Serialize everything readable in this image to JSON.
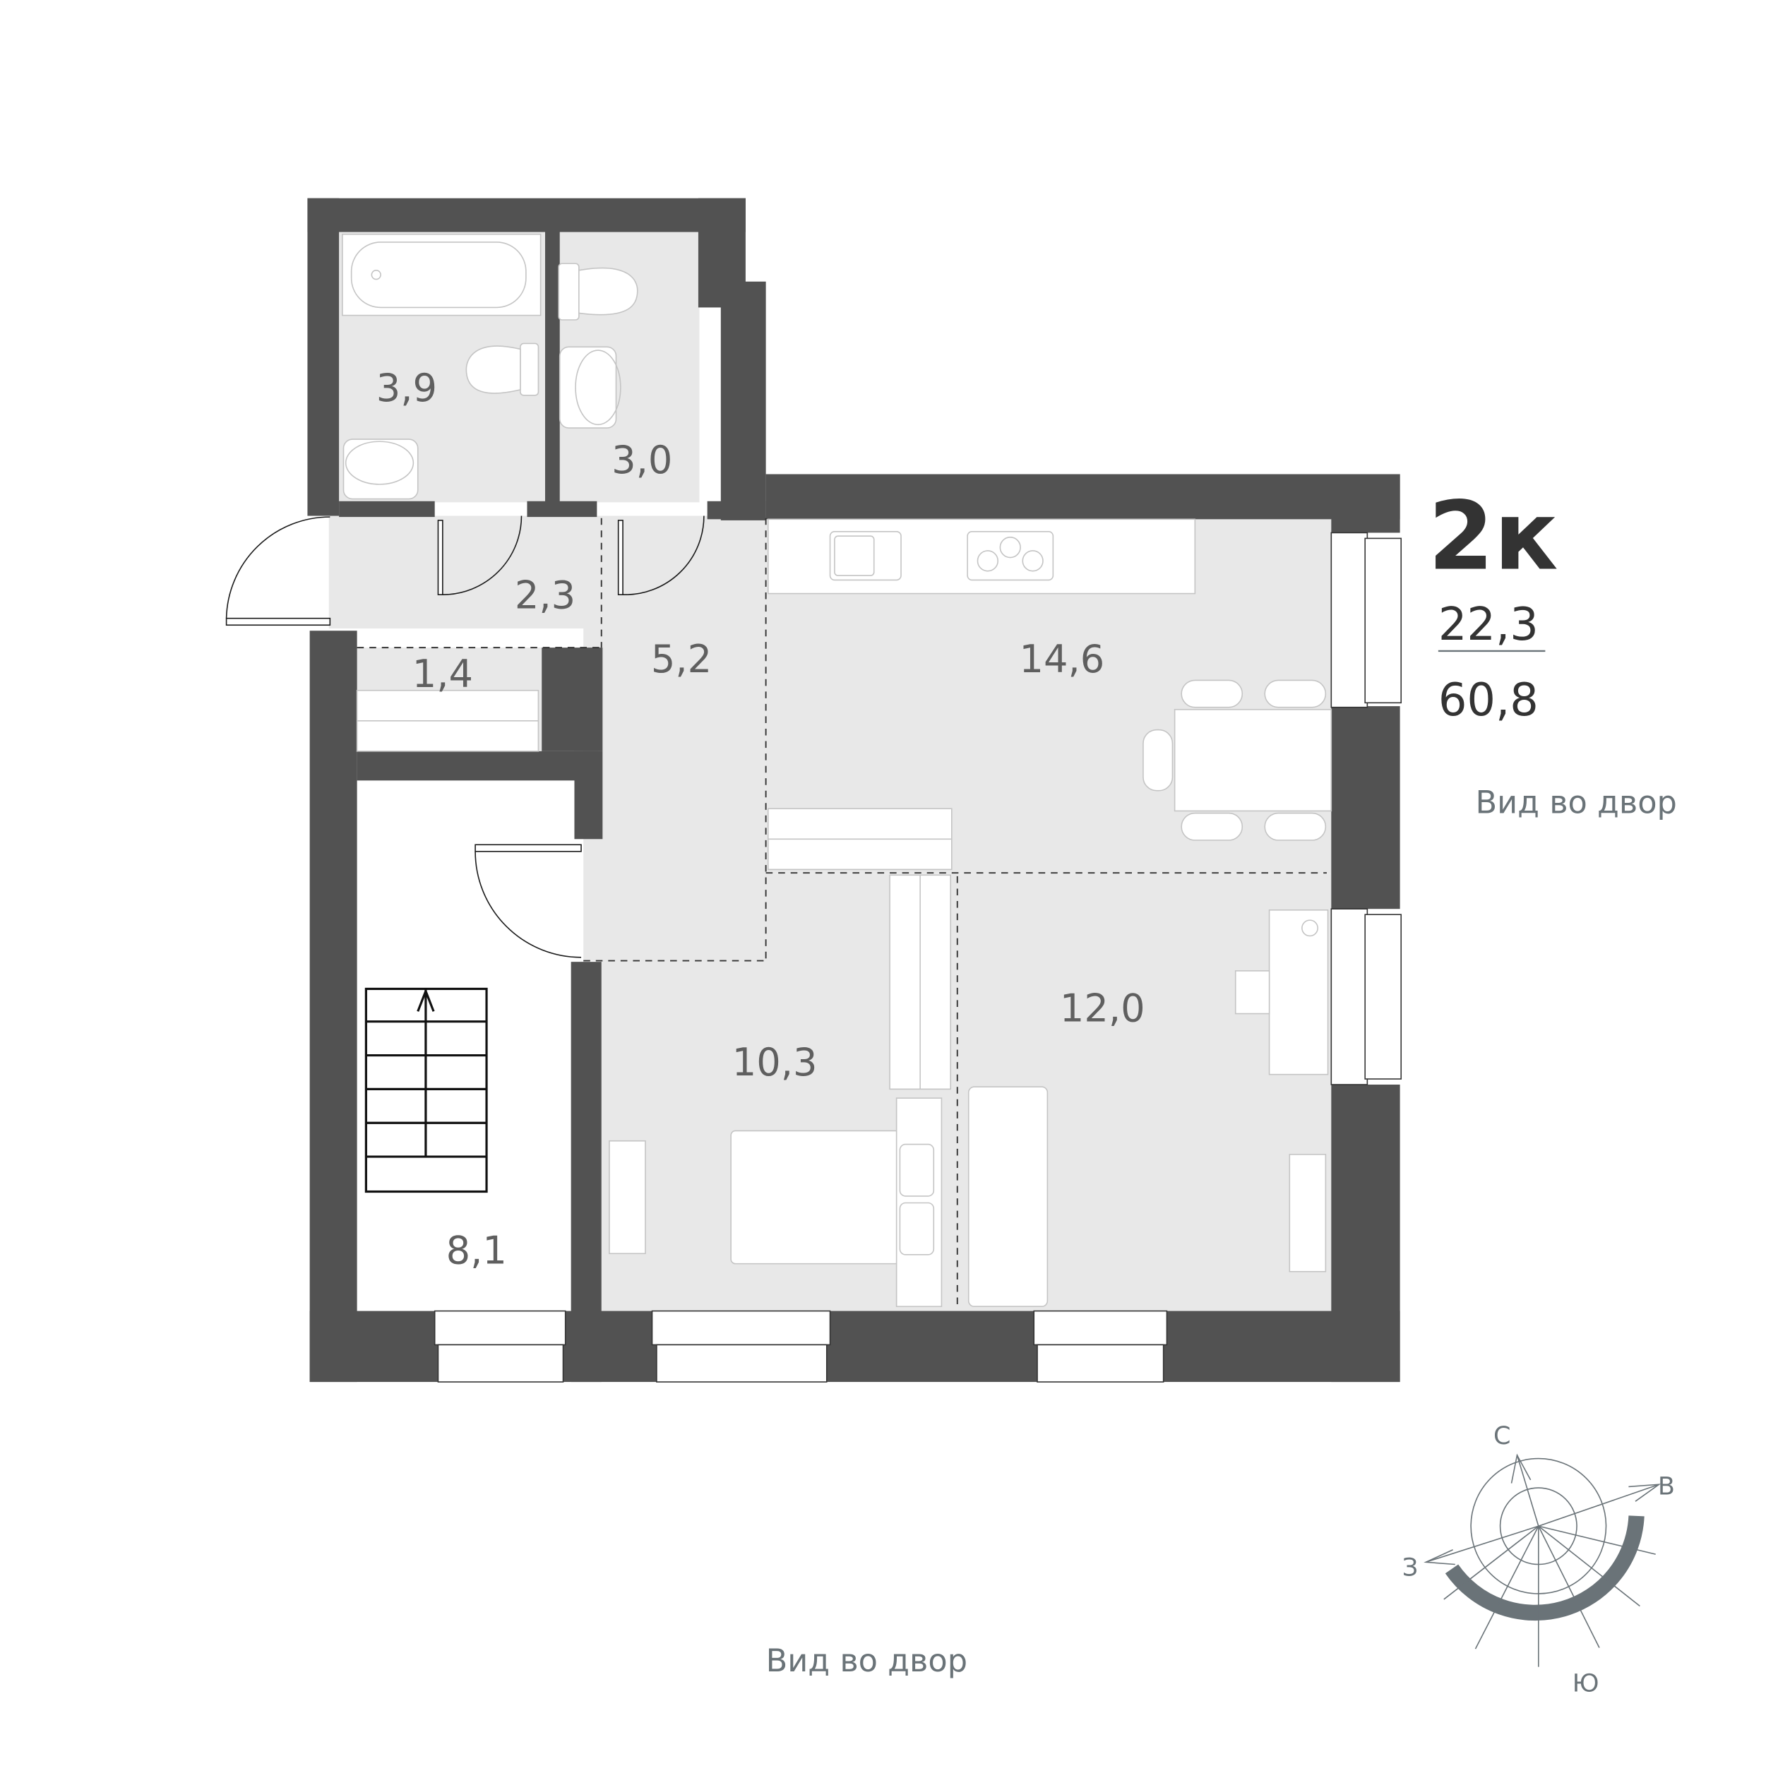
{
  "plan": {
    "room_count_label": "2к",
    "living_area": "22,3",
    "total_area": "60,8",
    "view_right": "Вид во двор",
    "view_bottom": "Вид во двор"
  },
  "rooms": [
    {
      "id": "bathroom",
      "area": "3,9"
    },
    {
      "id": "toilet",
      "area": "3,0"
    },
    {
      "id": "hall",
      "area": "2,3"
    },
    {
      "id": "wardrobe",
      "area": "1,4"
    },
    {
      "id": "corridor",
      "area": "5,2"
    },
    {
      "id": "kitchen-living",
      "area": "14,6"
    },
    {
      "id": "bedroom-1",
      "area": "10,3"
    },
    {
      "id": "bedroom-2",
      "area": "12,0"
    },
    {
      "id": "stairwell",
      "area": "8,1"
    }
  ],
  "compass": {
    "north": "С",
    "east": "В",
    "south": "Ю",
    "west": "З"
  },
  "colors": {
    "wall": "#525252",
    "floor": "#e8e8e8",
    "text": "#5f5f5f",
    "caption": "#6a7378"
  }
}
